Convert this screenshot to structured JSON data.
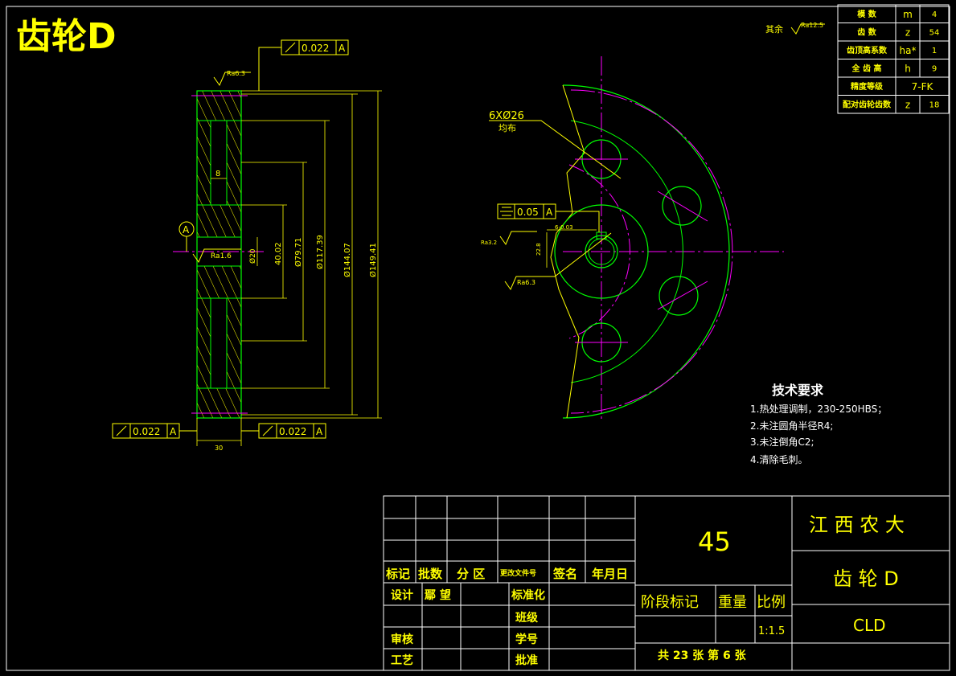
{
  "title": "齿轮D",
  "roughness_default": {
    "prefix": "其余",
    "value": "Ra12.5"
  },
  "gear_params": [
    {
      "name": "模 数",
      "symbol": "m",
      "value": "4"
    },
    {
      "name": "齿 数",
      "symbol": "z",
      "value": "54"
    },
    {
      "name": "齿顶高系数",
      "symbol": "ha*",
      "value": "1"
    },
    {
      "name": "全 齿 高",
      "symbol": "h",
      "value": "9"
    },
    {
      "name": "精度等级",
      "symbol": "",
      "value": "7-FK"
    },
    {
      "name": "配对齿轮齿数",
      "symbol": "z",
      "value": "18"
    }
  ],
  "side_view": {
    "runout_top": {
      "value": "0.022",
      "datum": "A"
    },
    "runout_bottom_left": {
      "value": "0.022",
      "datum": "A"
    },
    "runout_bottom_right": {
      "value": "0.022",
      "datum": "A"
    },
    "roughness_top": "Ra6.3",
    "roughness_bore": "Ra1.6",
    "datum_label": "A",
    "dim_web": "8",
    "dim_bore": "Ø20",
    "dim_hub": "40.02",
    "dim_d1": "Ø79.71",
    "dim_d2": "Ø117.39",
    "dim_d3": "Ø144.07",
    "dim_d4": "Ø149.41",
    "dim_width": "30"
  },
  "front_view": {
    "holes_label": "6XØ26",
    "holes_note": "均布",
    "symmetry": {
      "value": "0.05",
      "datum": "A"
    },
    "key_width": "6-0.03",
    "key_depth": "22.8",
    "roughness_key": "Ra3.2",
    "roughness_hub": "Ra6.3"
  },
  "tech_req": {
    "title": "技术要求",
    "items": [
      "1.热处理调制，230-250HBS；",
      "2.未注圆角半径R4;",
      "3.未注倒角C2;",
      "4.清除毛刺。"
    ]
  },
  "title_block": {
    "headers": [
      "标记",
      "批数",
      "分 区",
      "更改文件号",
      "签名",
      "年月日"
    ],
    "design_label": "设计",
    "designer": "鄢 望",
    "standard_label": "标准化",
    "class_label": "班级",
    "review_label": "审核",
    "student_id_label": "学号",
    "process_label": "工艺",
    "approve_label": "批准",
    "material": "45",
    "stage_label": "阶段标记",
    "weight_label": "重量",
    "scale_label": "比例",
    "scale_value": "1:1.5",
    "sheet_info": "共 23 张 第 6 张",
    "org": "江 西 农 大",
    "part_name": "齿 轮 D",
    "code": "CLD"
  },
  "colors": {
    "background": "#000000",
    "text": "#ffff00",
    "outline": "#00ff00",
    "centerline": "#ff00ff",
    "frame": "#ffffff"
  }
}
